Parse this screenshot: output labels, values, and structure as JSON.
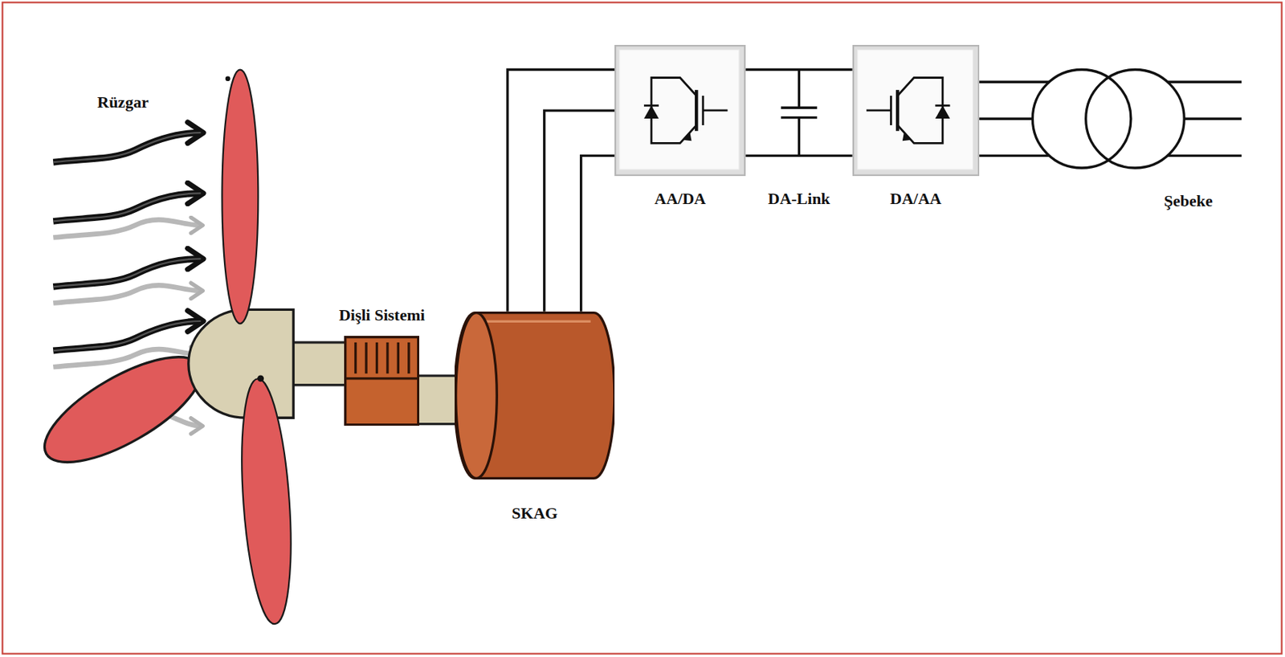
{
  "diagram": {
    "nodes": [
      {
        "text": [
          "Dişli Sistemi"
        ]
      },
      {
        "text": [
          "SKAG"
        ]
      },
      {
        "text": [
          "AA/DA"
        ]
      },
      {
        "text": [
          "DA/AA"
        ]
      }
    ],
    "edges": [
      {
        "from": 0,
        "to": 1,
        "arrow": "none"
      },
      {
        "from": 1,
        "to": 2,
        "arrow": "none"
      },
      {
        "from": 2,
        "to": 3,
        "label": "DA-Link",
        "arrow": "none"
      }
    ],
    "labels": [
      "Rüzgar",
      "Şebeke"
    ]
  }
}
